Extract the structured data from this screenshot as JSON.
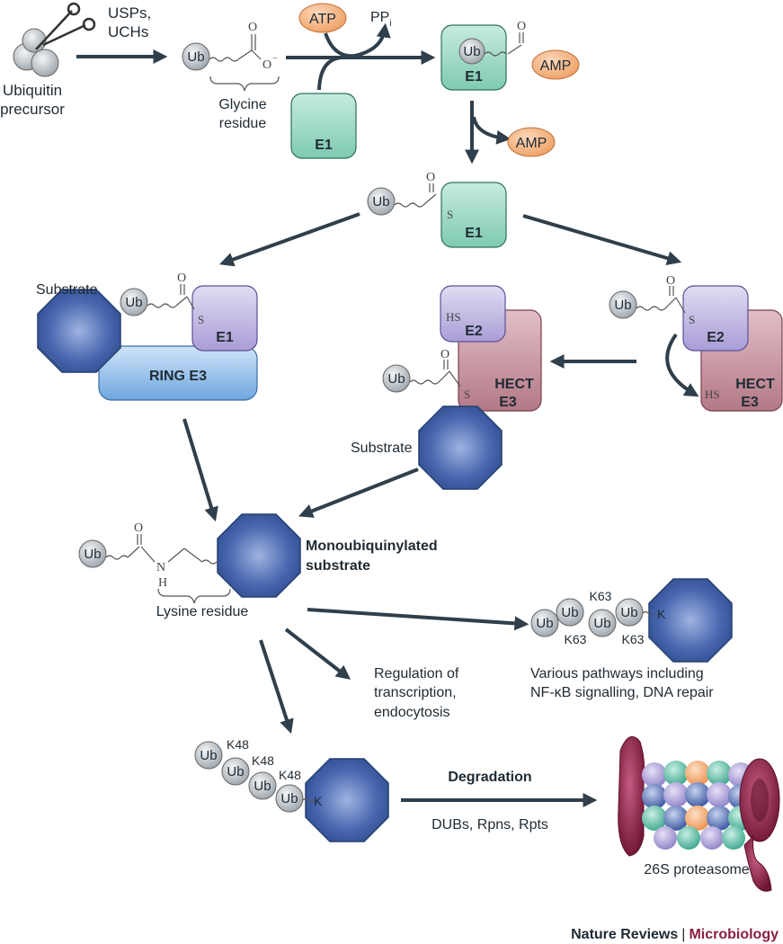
{
  "colors": {
    "arrow": "#2f3f4b",
    "ubiquitin": "#c8ced3",
    "e1": "#a6dccb",
    "e2": "#c9c0e3",
    "hect": "#c99aa6",
    "ring": "#9cc5eb",
    "substrate": "#3a5aa3",
    "amp": "#f5b98a",
    "proteasome_cap": "#8a1f46",
    "brand": "#8a1f46"
  },
  "precursor": {
    "label_line1": "Ubiquitin",
    "label_line2": "precursor",
    "icon": "scissors-icon"
  },
  "enzymes": {
    "usps_line1": "USPs,",
    "usps_line2": "UCHs"
  },
  "glycine": {
    "label_line1": "Glycine",
    "label_line2": "residue",
    "charge": "O",
    "charge_sup": "−"
  },
  "activation": {
    "atp": "ATP",
    "ppi": "PP",
    "ppi_sub": "i",
    "amp": "AMP",
    "amp_released": "AMP"
  },
  "chem": {
    "o": "O",
    "s": "S",
    "hs": "HS",
    "n": "N",
    "h": "H",
    "ub": "Ub"
  },
  "e1": {
    "label": "E1"
  },
  "e2": {
    "label": "E2"
  },
  "ring": {
    "label": "RING E3",
    "substrate": "Substrate"
  },
  "hect": {
    "label_line1": "HECT",
    "label_line2": "E3",
    "substrate": "Substrate"
  },
  "mono": {
    "label_line1": "Monoubiquinylated",
    "label_line2": "substrate",
    "lysine": "Lysine residue"
  },
  "regulation": {
    "line1": "Regulation of",
    "line2": "transcription,",
    "line3": "endocytosis"
  },
  "k63_chain": {
    "link": "K63",
    "lysine": "K",
    "desc_line1": "Various pathways including",
    "desc_line2": "NF-κB signalling, DNA repair"
  },
  "k48_chain": {
    "link": "K48",
    "lysine": "K"
  },
  "degradation": {
    "title": "Degradation",
    "factors": "DUBs, Rpns, Rpts",
    "proteasome": "26S proteasome"
  },
  "footer": {
    "journal": "Nature Reviews",
    "separator": "|",
    "section": "Microbiology"
  }
}
